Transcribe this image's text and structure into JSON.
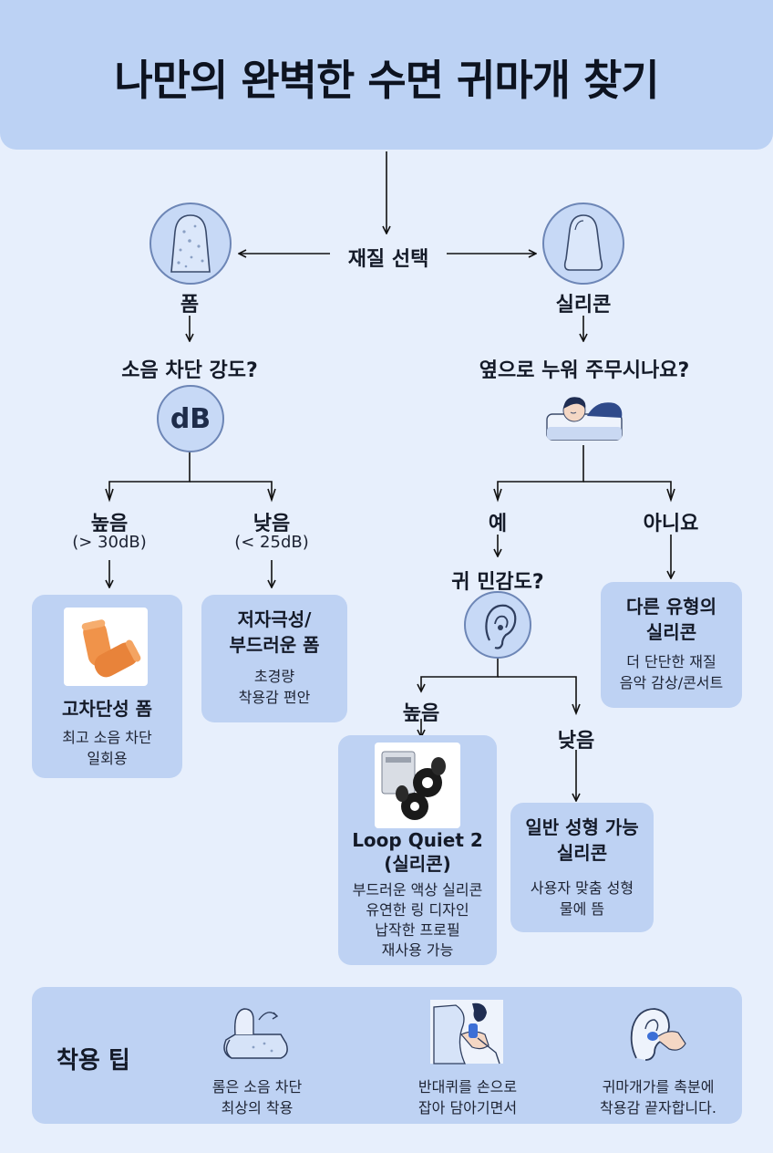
{
  "title": "나만의 완벽한 수면 귀마개 찾기",
  "material": {
    "question": "재질 선택",
    "foam": "폼",
    "silicone": "실리콘"
  },
  "foam_branch": {
    "question": "소음 차단 강도?",
    "db_badge": "dB",
    "high_label": "높음",
    "high_sub": "(> 30dB)",
    "low_label": "낮음",
    "low_sub": "(< 25dB)",
    "high_card": {
      "title": "고차단성 폼",
      "lines": [
        "최고 소음 차단",
        "일회용"
      ]
    },
    "low_card": {
      "title_l1": "저자극성/",
      "title_l2": "부드러운 폼",
      "lines": [
        "초경량",
        "착용감 편안"
      ]
    }
  },
  "silicone_branch": {
    "question": "옆으로 누워 주무시나요?",
    "yes": "예",
    "no": "아니요",
    "ear_question": "귀 민감도?",
    "high": "높음",
    "low": "낮음",
    "no_card": {
      "title_l1": "다른 유형의",
      "title_l2": "실리콘",
      "lines": [
        "더 단단한 재질",
        "음악 감상/콘서트"
      ]
    },
    "loop_card": {
      "title_l1": "Loop Quiet 2",
      "title_l2": "(실리콘)",
      "lines": [
        "부드러운 액상 실리콘",
        "유연한 링 디자인",
        "납작한 프로필",
        "재사용 가능"
      ]
    },
    "mold_card": {
      "title_l1": "일반 성형 가능",
      "title_l2": "실리콘",
      "lines": [
        "사용자 맞춤 성형",
        "물에 뜸"
      ]
    }
  },
  "tips": {
    "heading": "착용 팁",
    "steps": [
      {
        "l1": "롬은 소음 차단",
        "l2": "최상의 착용"
      },
      {
        "l1": "반대퀴를 손으로",
        "l2": "잡아 담아기면서"
      },
      {
        "l1": "귀마개가를 촉분에",
        "l2": "착용감 끝자합니다."
      }
    ]
  },
  "colors": {
    "background": "#e7effc",
    "card": "#bed2f3",
    "title_bar": "#bcd2f4",
    "foam_orange": "#f0934a",
    "loop_black": "#1a1a1a"
  },
  "icons": [
    "foam-earplug-icon",
    "silicone-earplug-icon",
    "db-icon",
    "sleeping-person-icon",
    "ear-icon",
    "foam-roll-icon",
    "pull-ear-icon",
    "insert-earplug-icon"
  ]
}
